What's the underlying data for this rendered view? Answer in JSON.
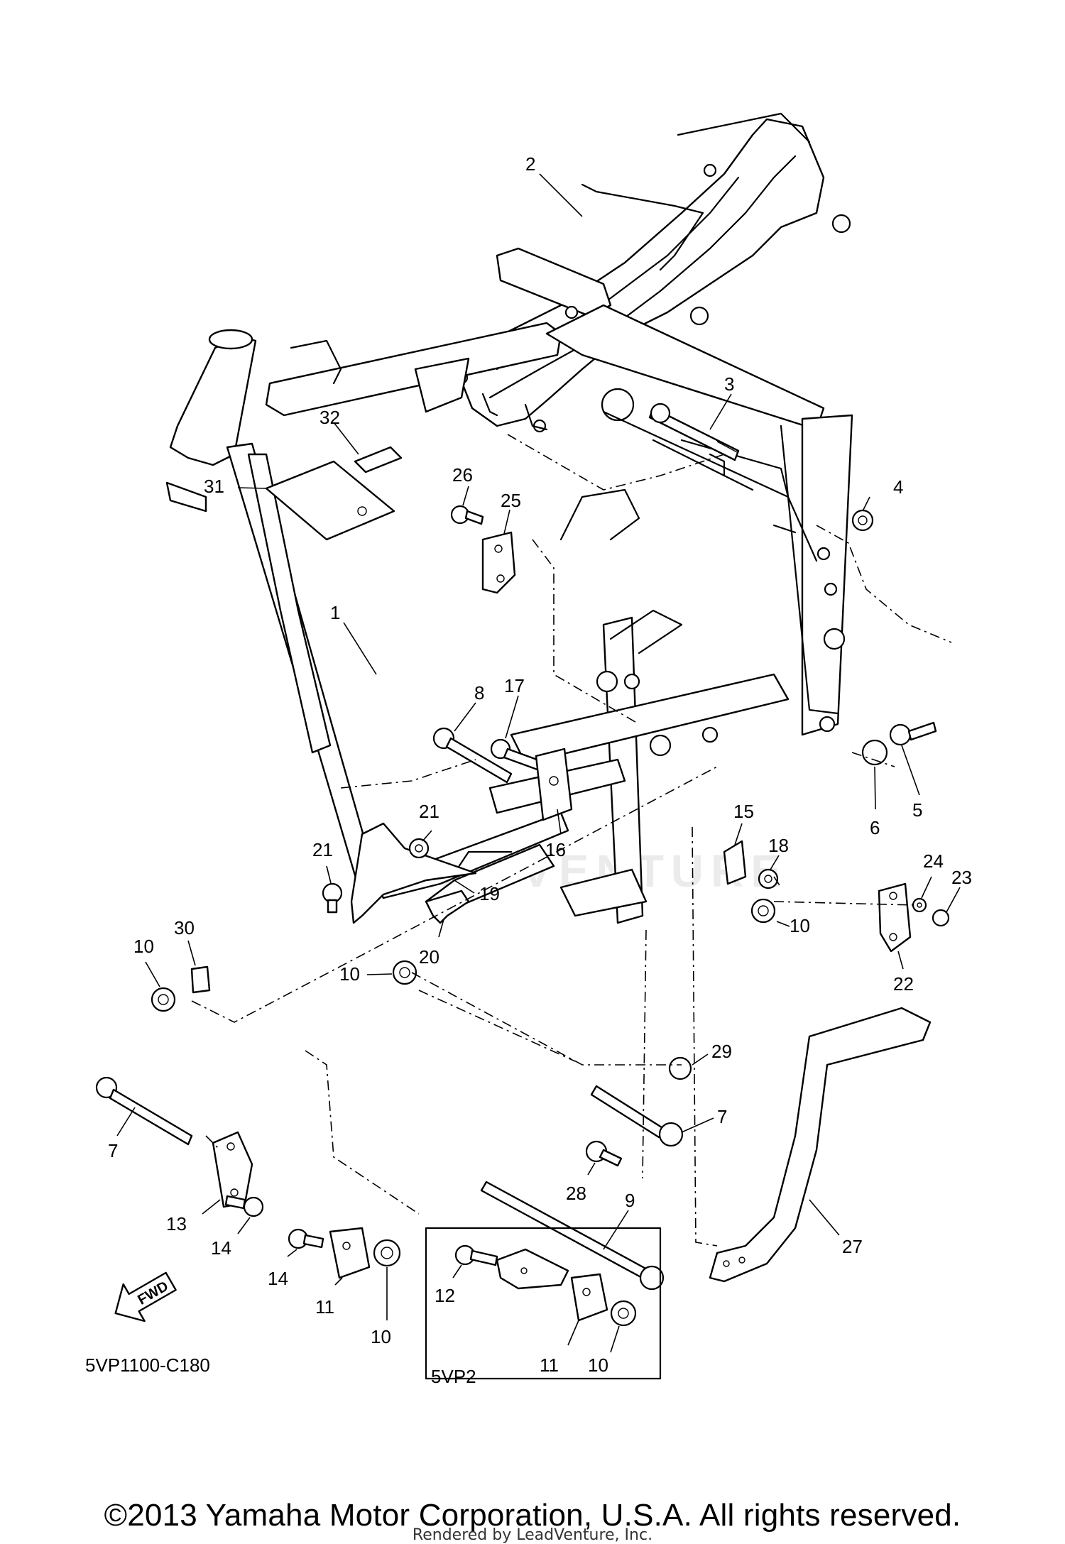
{
  "diagram": {
    "code": "5VP1100-C180",
    "variant_box_label": "5VP2",
    "direction_arrow_label": "FWD",
    "watermark": "LEADVENTURE"
  },
  "callouts": [
    {
      "id": "c1",
      "label": "1"
    },
    {
      "id": "c2",
      "label": "2"
    },
    {
      "id": "c3",
      "label": "3"
    },
    {
      "id": "c4",
      "label": "4"
    },
    {
      "id": "c5",
      "label": "5"
    },
    {
      "id": "c6",
      "label": "6"
    },
    {
      "id": "c7a",
      "label": "7"
    },
    {
      "id": "c7b",
      "label": "7"
    },
    {
      "id": "c8",
      "label": "8"
    },
    {
      "id": "c9",
      "label": "9"
    },
    {
      "id": "c10a",
      "label": "10"
    },
    {
      "id": "c10b",
      "label": "10"
    },
    {
      "id": "c10c",
      "label": "10"
    },
    {
      "id": "c10d",
      "label": "10"
    },
    {
      "id": "c10e",
      "label": "10"
    },
    {
      "id": "c11a",
      "label": "11"
    },
    {
      "id": "c11b",
      "label": "11"
    },
    {
      "id": "c12",
      "label": "12"
    },
    {
      "id": "c13",
      "label": "13"
    },
    {
      "id": "c14a",
      "label": "14"
    },
    {
      "id": "c14b",
      "label": "14"
    },
    {
      "id": "c15",
      "label": "15"
    },
    {
      "id": "c16",
      "label": "16"
    },
    {
      "id": "c17",
      "label": "17"
    },
    {
      "id": "c18",
      "label": "18"
    },
    {
      "id": "c19",
      "label": "19"
    },
    {
      "id": "c20",
      "label": "20"
    },
    {
      "id": "c21a",
      "label": "21"
    },
    {
      "id": "c21b",
      "label": "21"
    },
    {
      "id": "c22",
      "label": "22"
    },
    {
      "id": "c23",
      "label": "23"
    },
    {
      "id": "c24",
      "label": "24"
    },
    {
      "id": "c25",
      "label": "25"
    },
    {
      "id": "c26",
      "label": "26"
    },
    {
      "id": "c27",
      "label": "27"
    },
    {
      "id": "c28",
      "label": "28"
    },
    {
      "id": "c29",
      "label": "29"
    },
    {
      "id": "c30",
      "label": "30"
    },
    {
      "id": "c31",
      "label": "31"
    },
    {
      "id": "c32",
      "label": "32"
    }
  ],
  "footer": {
    "copyright": "©2013 Yamaha Motor Corporation, U.S.A. All rights reserved.",
    "rendered_by": "Rendered by LeadVenture, Inc."
  }
}
